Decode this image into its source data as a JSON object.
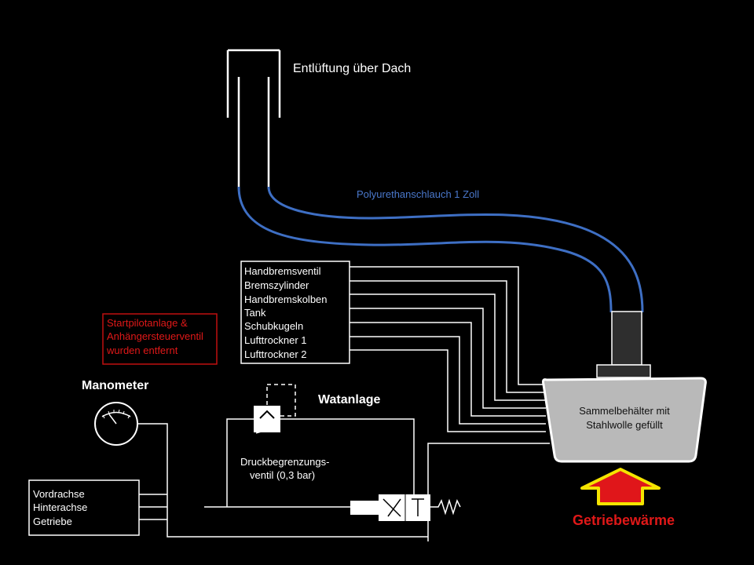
{
  "vent": {
    "label": "Entlüftung über Dach"
  },
  "hose": {
    "label": "Polyurethanschlauch 1 Zoll",
    "color": "#3e6fc4"
  },
  "connections": {
    "items": [
      "Handbremsventil",
      "Bremszylinder",
      "Handbremskolben",
      "Tank",
      "Schubkugeln",
      "Lufttrockner 1",
      "Lufttrockner 2"
    ]
  },
  "note": {
    "lines": [
      "Startpilotanlage &",
      "Anhängersteuerventil",
      "wurden entfernt"
    ],
    "color": "#e01818"
  },
  "manometer": {
    "label": "Manometer"
  },
  "watanlage": {
    "label": "Watanlage"
  },
  "relief_valve": {
    "lines": [
      "Druckbegrenzungs-",
      "ventil (0,3 bar)"
    ]
  },
  "axles": {
    "lines": [
      "Vordrachse",
      "Hinterachse",
      "Getriebe"
    ]
  },
  "collector": {
    "lines": [
      "Sammelbehälter mit",
      "Stahlwolle gefüllt"
    ],
    "fill": "#b9b9b9"
  },
  "heat": {
    "label": "Getriebewärme",
    "arrow_fill": "#e0161a",
    "arrow_outline": "#f5e400"
  }
}
